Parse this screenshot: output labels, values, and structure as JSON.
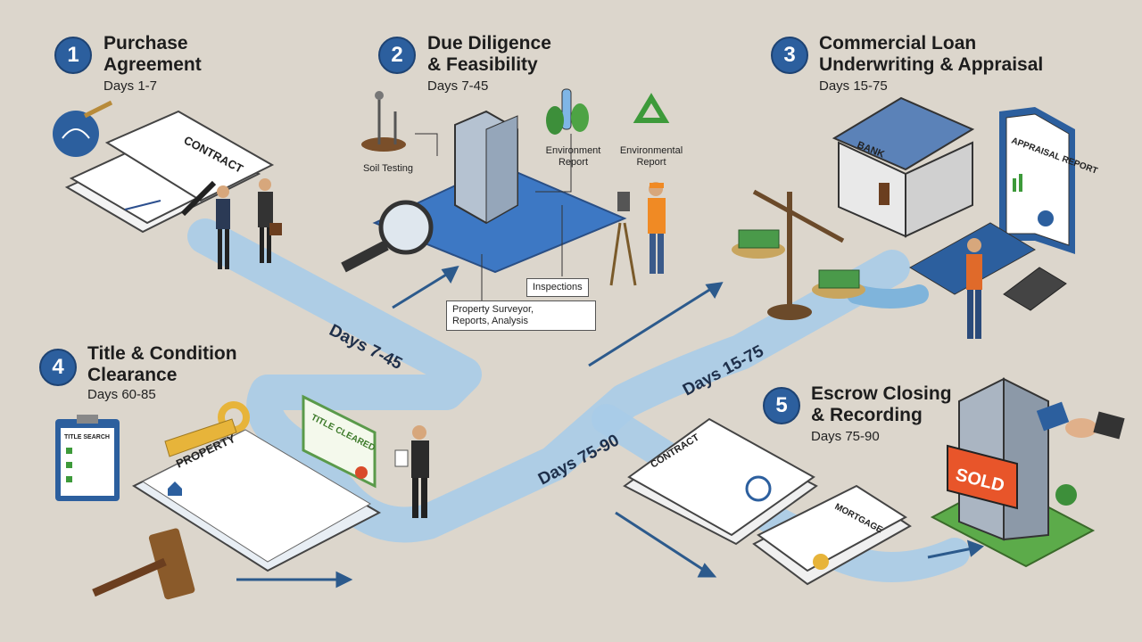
{
  "steps": [
    {
      "number": "1",
      "title": "Purchase\nAgreement",
      "days": "Days 1-7"
    },
    {
      "number": "2",
      "title": "Due Diligence\n& Feasibility",
      "days": "Days 7-45"
    },
    {
      "number": "3",
      "title": "Commercial Loan\nUnderwriting & Appraisal",
      "days": "Days 15-75"
    },
    {
      "number": "4",
      "title": "Title & Condition\nClearance",
      "days": "Days 60-85"
    },
    {
      "number": "5",
      "title": "Escrow Closing\n& Recording",
      "days": "Days 75-90"
    }
  ],
  "path_labels": {
    "days_7_45": "Days 7-45",
    "days_15_75": "Days 15-75",
    "days_75_90": "Days 75-90"
  },
  "illustration_labels": {
    "contract": "CONTRACT",
    "soil_testing": "Soil Testing",
    "environment_report": "Environment\nReport",
    "environmental_report": "Environmental\nReport",
    "inspections": "Inspections",
    "property_surveyor": "Property Surveyor,\nReports, Analysis",
    "bank": "BANK",
    "appraisal_report": "APPRAISAL\nREPORT",
    "title_search": "TITLE SEARCH",
    "property": "PROPERTY",
    "title_cleared": "TITLE CLEARED",
    "contract_5": "CONTRACT",
    "mortgage": "MORTGAGE",
    "sold": "SOLD"
  },
  "colors": {
    "step_badge": "#2c5f9e",
    "path": "#a9cce8",
    "background": "#dcd6cc"
  }
}
